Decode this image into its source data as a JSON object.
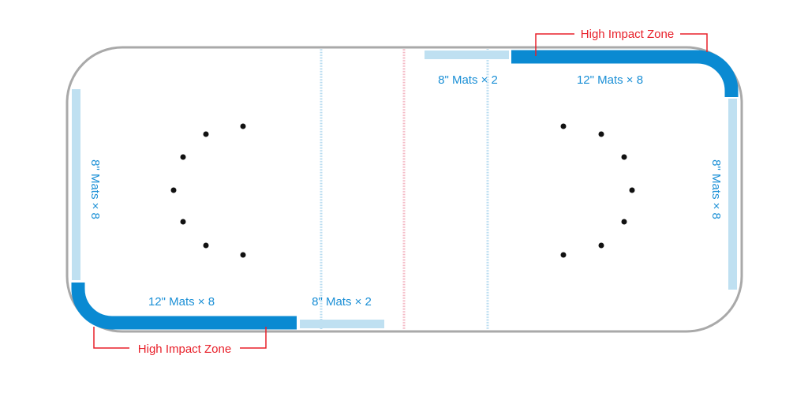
{
  "labels": {
    "left_side_mats": "8\" Mats × 8",
    "right_side_mats": "8\" Mats × 8",
    "bottom_high_mats": "12\" Mats × 8",
    "top_high_mats": "12\" Mats × 8",
    "bottom_center_mats": "8\" Mats × 2",
    "top_center_mats": "8\" Mats × 2",
    "top_zone": "High Impact Zone",
    "bottom_zone": "High Impact Zone"
  },
  "colors": {
    "rink_border": "#a9a9a9",
    "light_mat": "#bfe0f1",
    "high_impact_mat": "#0a8ad2",
    "mat_text": "#1a8fd6",
    "zone_text": "#e8202a",
    "blue_line": "#b9dcf0",
    "red_line": "#f4b8c4",
    "dot": "#111111"
  }
}
